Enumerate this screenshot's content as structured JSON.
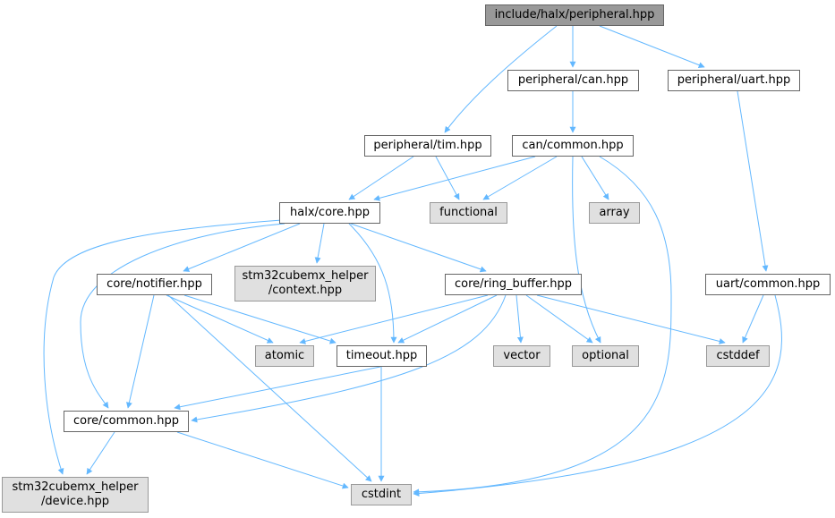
{
  "colors": {
    "edge": "#63b8ff",
    "root_fill": "#999999",
    "external_fill": "#e0e0e0",
    "node_fill": "#ffffff",
    "border": "#666666"
  },
  "nodes": {
    "root": "include/halx/peripheral.hpp",
    "can": "peripheral/can.hpp",
    "uart": "peripheral/uart.hpp",
    "tim": "peripheral/tim.hpp",
    "can_common": "can/common.hpp",
    "core": "halx/core.hpp",
    "functional": "functional",
    "array": "array",
    "notifier": "core/notifier.hpp",
    "context": "stm32cubemx_helper\n/context.hpp",
    "ring_buffer": "core/ring_buffer.hpp",
    "uart_common": "uart/common.hpp",
    "atomic": "atomic",
    "timeout": "timeout.hpp",
    "vector": "vector",
    "optional": "optional",
    "cstddef": "cstddef",
    "core_common": "core/common.hpp",
    "device": "stm32cubemx_helper\n/device.hpp",
    "cstdint": "cstdint"
  }
}
